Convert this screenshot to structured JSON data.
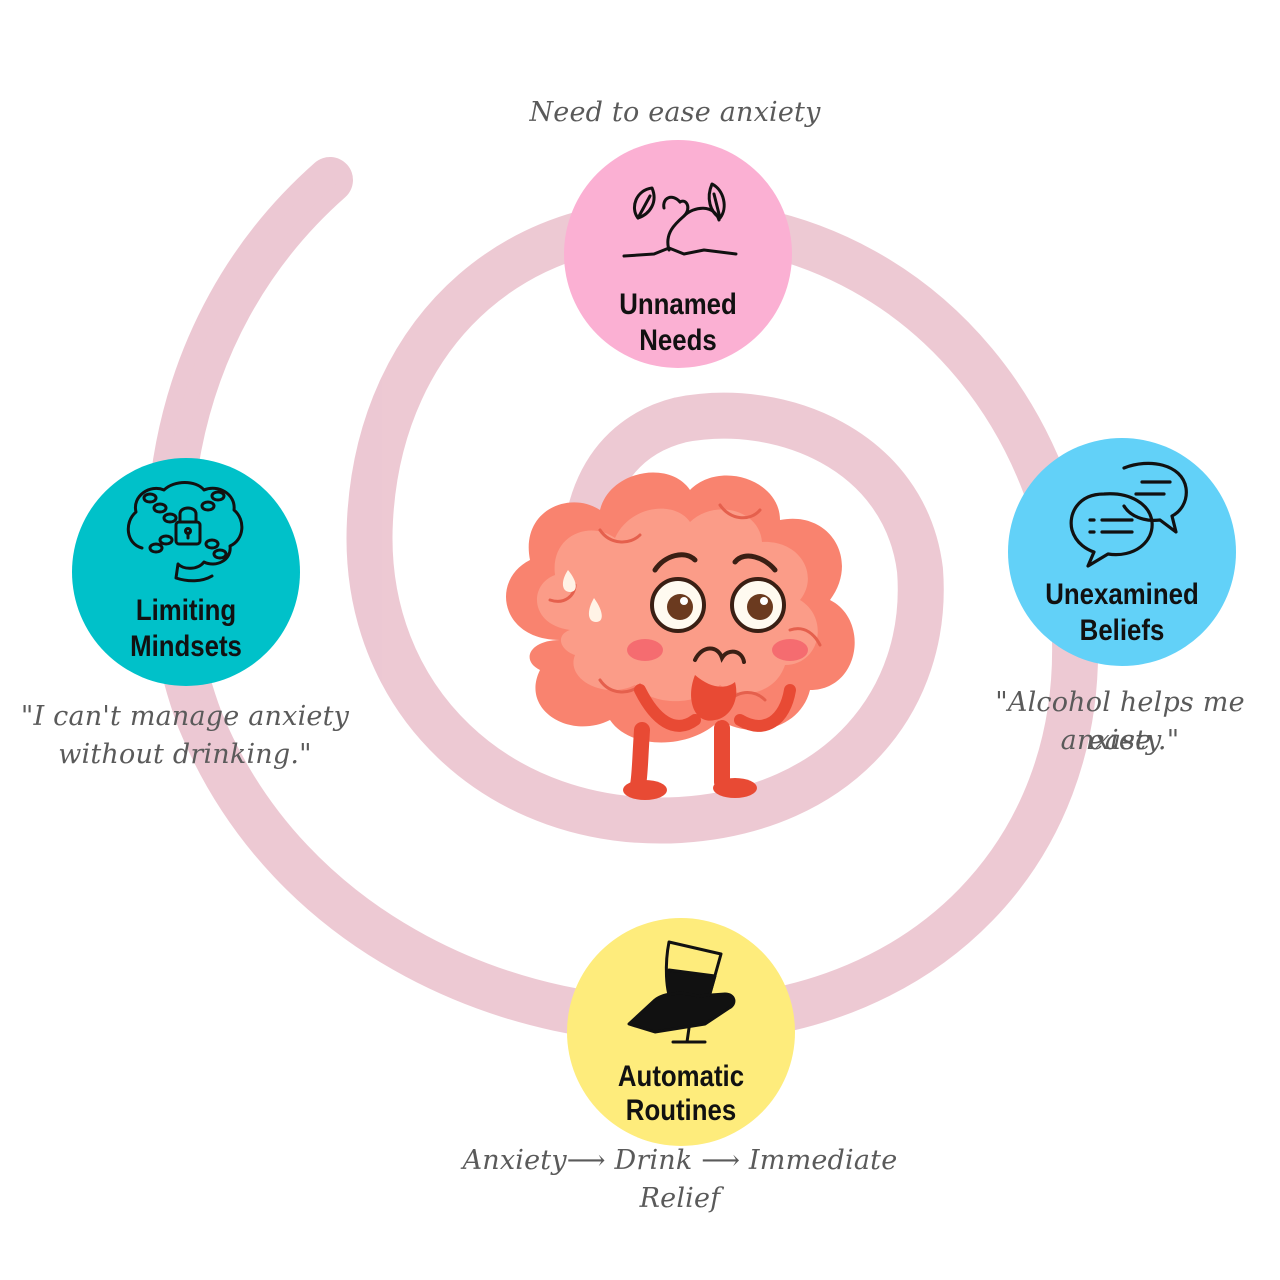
{
  "colors": {
    "spiral": "#ecc6d1",
    "unnamed_needs": "#fbb0d3",
    "unexamined_beliefs": "#62d1f8",
    "automatic_routines": "#feec7c",
    "limiting_mindsets": "#00c1c9",
    "brain": "#f9836f"
  },
  "nodes": {
    "unnamed_needs": {
      "line1": "Unnamed",
      "line2": "Needs",
      "icon": "hands-plant-icon"
    },
    "unexamined_beliefs": {
      "line1": "Unexamined",
      "line2": "Beliefs",
      "icon": "chat-bubbles-icon"
    },
    "automatic_routines": {
      "line1": "Automatic",
      "line2": "Routines",
      "icon": "hand-wine-glass-icon"
    },
    "limiting_mindsets": {
      "line1": "Limiting",
      "line2": "Mindsets",
      "icon": "chained-brain-lock-icon"
    }
  },
  "captions": {
    "unnamed_needs": "Need to ease anxiety",
    "unexamined_beliefs_line1": "\"Alcohol helps me ease",
    "unexamined_beliefs_line2": "anxiety.\"",
    "automatic_routines": "Anxiety⟶ Drink ⟶ Immediate Relief",
    "limiting_mindsets_line1": "\"I can't manage anxiety",
    "limiting_mindsets_line2": "without drinking.\""
  },
  "center": {
    "icon": "worried-brain-icon"
  }
}
